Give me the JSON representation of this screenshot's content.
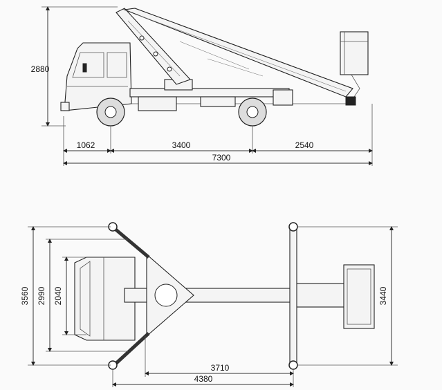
{
  "side_view": {
    "height_label": "2880",
    "front_overhang_label": "1062",
    "wheelbase_label": "3400",
    "rear_overhang_label": "2540",
    "overall_length_label": "7300"
  },
  "top_view": {
    "outrigger_span_front_label": "3560",
    "cab_width_outer_label": "2990",
    "cab_width_inner_label": "2040",
    "rear_outrigger_span_label": "3440",
    "outrigger_distance_label": "3710",
    "outrigger_total_label": "4380"
  }
}
